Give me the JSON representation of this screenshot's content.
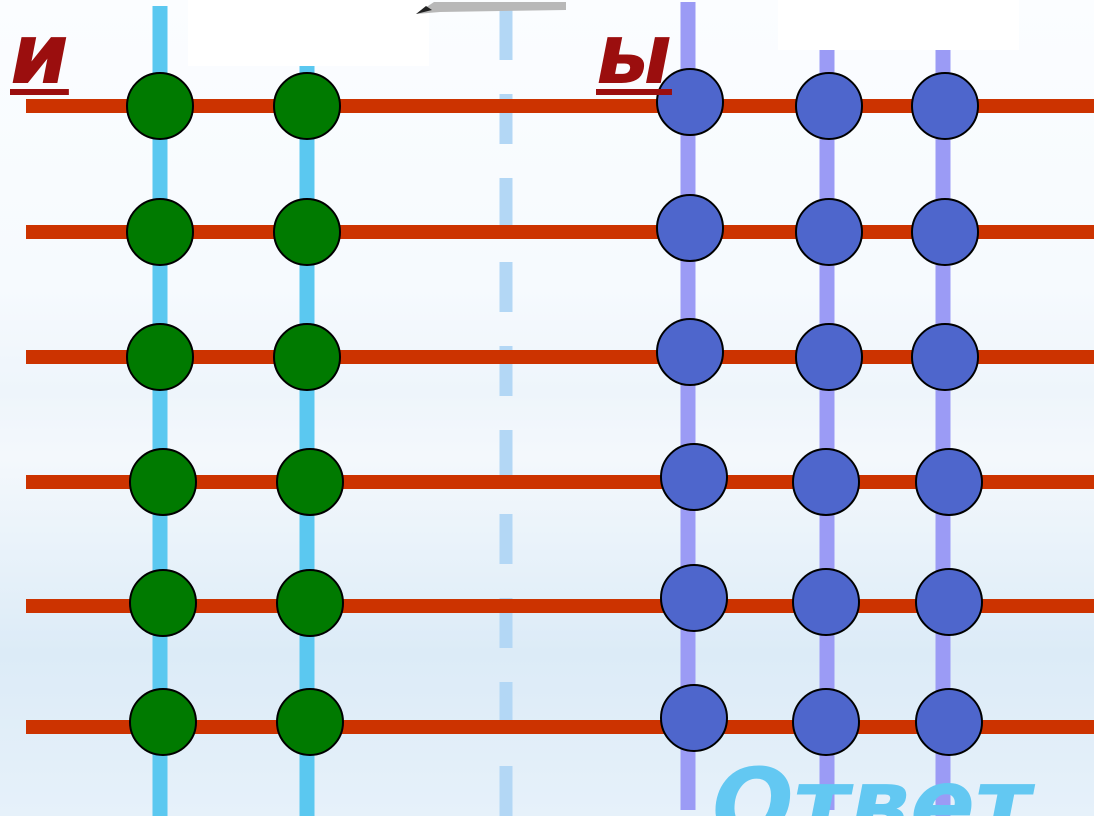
{
  "letters": {
    "left": "и",
    "right": "ы"
  },
  "answer_text": "Ответ",
  "colors": {
    "rail": "#cc3300",
    "left_rail": "#5bc8f0",
    "divider": "#b3d7f5",
    "right_rail": "#9b9bf5",
    "left_bead": "#007a00",
    "right_bead": "#4e66cc",
    "letter": "#9b0e0e",
    "answer": "#63c8f2"
  },
  "groups": {
    "left": {
      "columns": 2,
      "beads_per_column": 6
    },
    "right": {
      "columns": 3,
      "beads_per_column": 6
    }
  }
}
